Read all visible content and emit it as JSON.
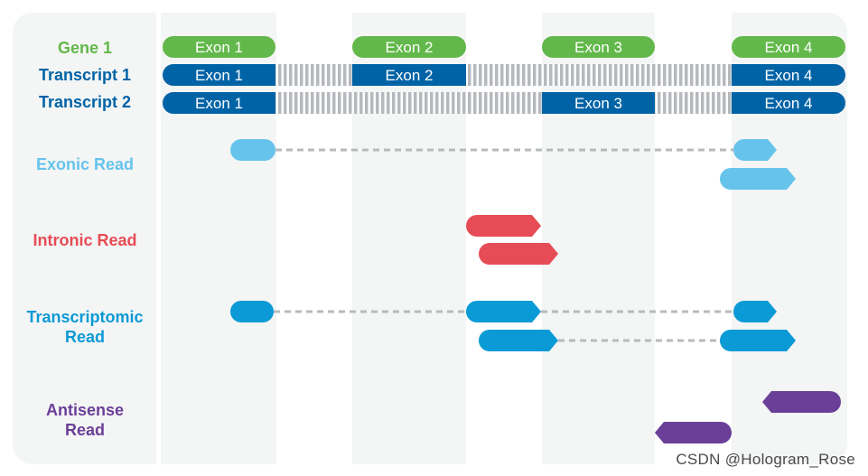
{
  "colors": {
    "gene": "#62b84a",
    "transcript": "#0063a6",
    "exonic": "#66c4ec",
    "intronic": "#e64c55",
    "transcriptomic": "#0a9ad6",
    "antisense": "#6a3f98",
    "intron_stripe": "#b5b9bd",
    "dash": "#b7babd"
  },
  "labels": {
    "gene": "Gene 1",
    "transcript1": "Transcript 1",
    "transcript2": "Transcript 2",
    "exonic_read": "Exonic Read",
    "intronic_read": "Intronic Read",
    "transcriptomic_read": "Transcriptomic\nRead",
    "antisense_read": "Antisense\nRead"
  },
  "exon_names": [
    "Exon 1",
    "Exon 2",
    "Exon 3",
    "Exon 4"
  ],
  "transcript1_exons": [
    "Exon 1",
    "Exon 2",
    "Exon 4"
  ],
  "transcript2_exons": [
    "Exon 1",
    "Exon 3",
    "Exon 4"
  ],
  "watermark": "CSDN @Hologram_Rose"
}
